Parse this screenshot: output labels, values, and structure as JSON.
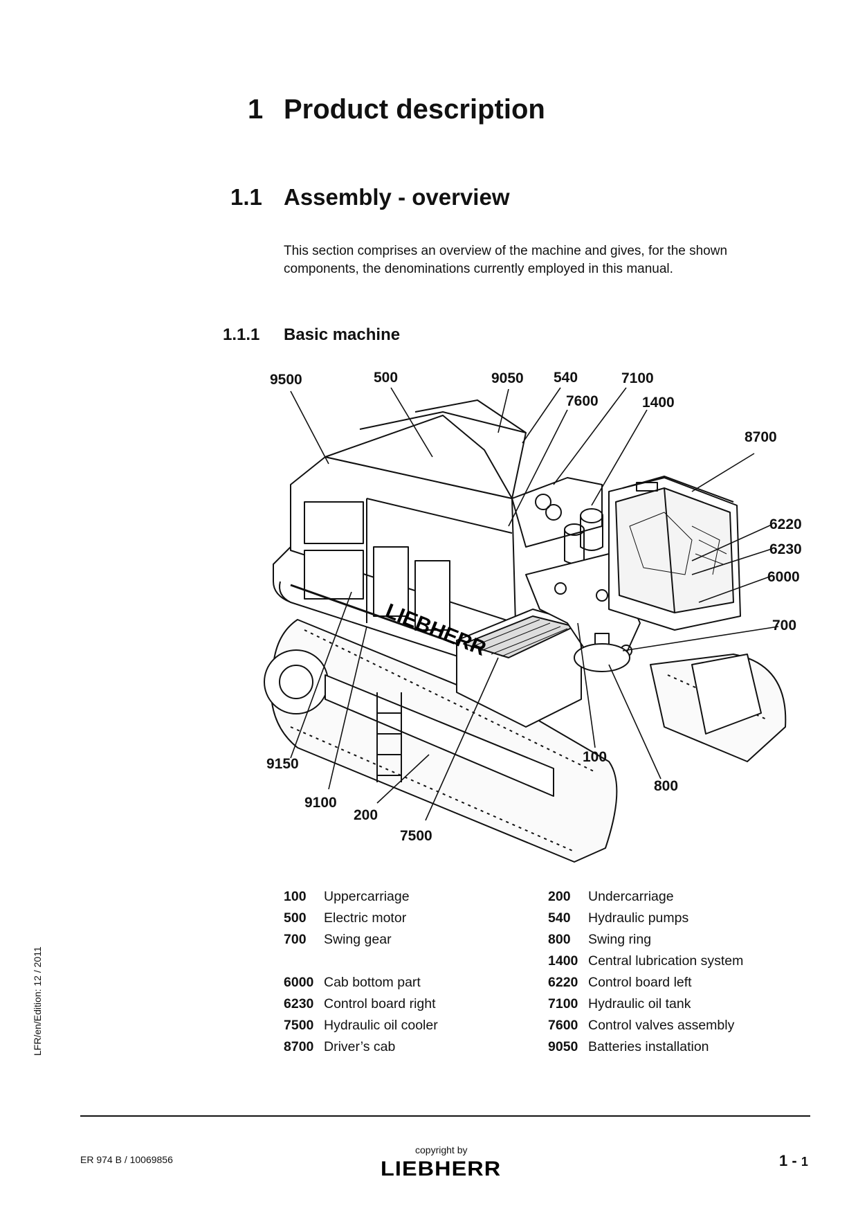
{
  "headings": {
    "h1_num": "1",
    "h1_text": "Product description",
    "h2_num": "1.1",
    "h2_text": "Assembly - overview",
    "h3_num": "1.1.1",
    "h3_text": "Basic machine"
  },
  "intro": {
    "line1": "This section comprises an overview of the machine and gives, for the shown",
    "line2": "components, the denominations currently employed in this manual."
  },
  "callouts": [
    "9500",
    "500",
    "9050",
    "540",
    "7100",
    "7600",
    "1400",
    "8700",
    "6220",
    "6230",
    "6000",
    "700",
    "9150",
    "100",
    "800",
    "9100",
    "200",
    "7500"
  ],
  "machine_logo": "LIEBHERR",
  "legend": [
    {
      "num": "100",
      "label": "Uppercarriage"
    },
    {
      "num": "200",
      "label": "Undercarriage"
    },
    {
      "num": "500",
      "label": "Electric motor"
    },
    {
      "num": "540",
      "label": "Hydraulic pumps"
    },
    {
      "num": "700",
      "label": "Swing gear"
    },
    {
      "num": "800",
      "label": "Swing ring"
    },
    {
      "num": "1400",
      "label": "Central lubrication system"
    },
    {
      "num": "6000",
      "label": "Cab bottom part"
    },
    {
      "num": "6220",
      "label": "Control board left"
    },
    {
      "num": "6230",
      "label": "Control board right"
    },
    {
      "num": "7100",
      "label": "Hydraulic oil tank"
    },
    {
      "num": "7500",
      "label": "Hydraulic oil cooler"
    },
    {
      "num": "7600",
      "label": "Control valves assembly"
    },
    {
      "num": "8700",
      "label": "Driver’s cab"
    },
    {
      "num": "9050",
      "label": "Batteries installation"
    }
  ],
  "side_text": "LFR/en/Edition: 12 / 2011",
  "footer": {
    "doc_id": "ER 974 B / 10069856",
    "copyright": "copyright by",
    "logo": "LIEBHERR",
    "page_chapter": "1",
    "page_sep": "-",
    "page_num": "1"
  }
}
